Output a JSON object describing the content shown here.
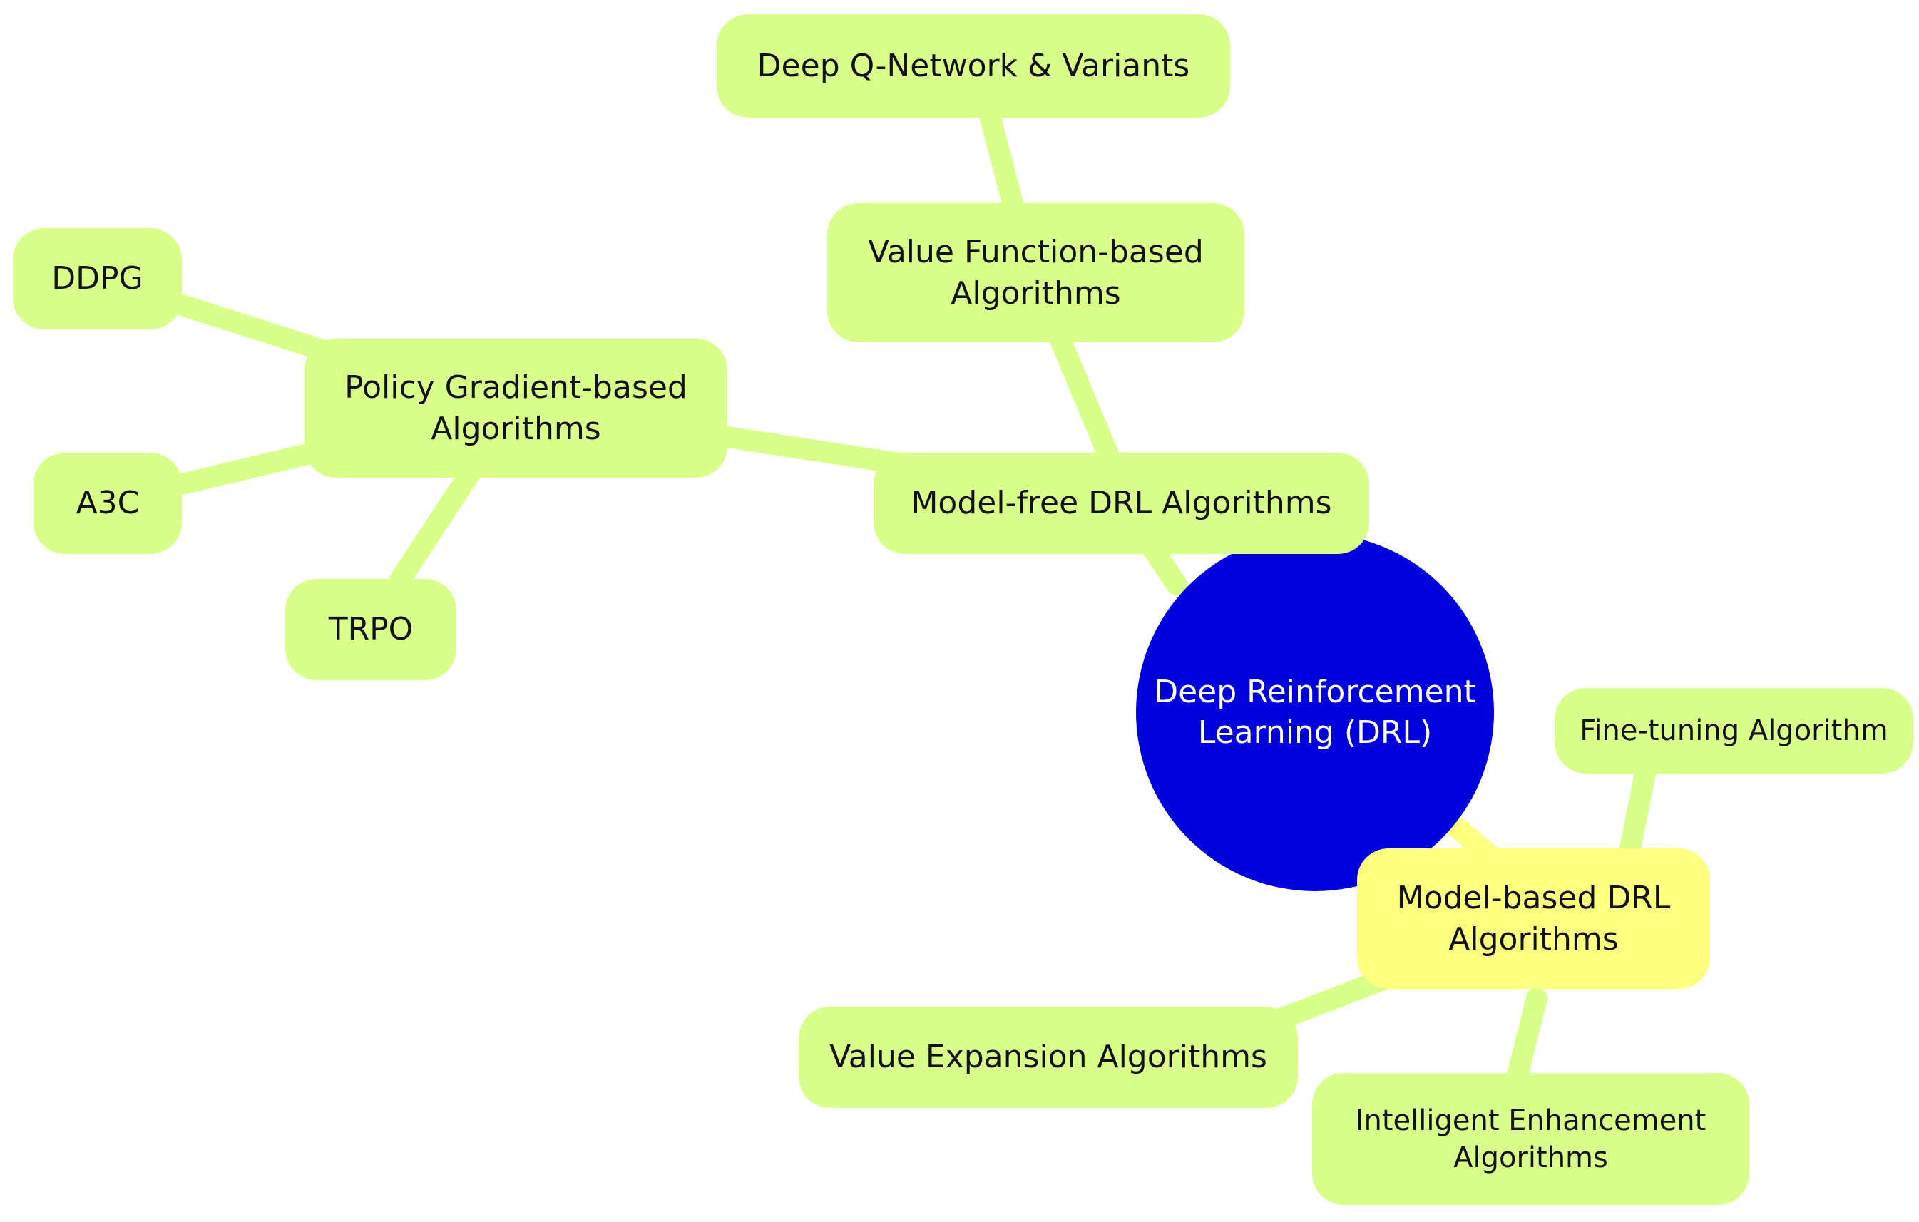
{
  "root": {
    "label": "Deep Reinforcement\nLearning (DRL)",
    "color": "#0000dd"
  },
  "model_free": {
    "label": "Model-free DRL Algorithms"
  },
  "value_function": {
    "label": "Value Function-based\nAlgorithms"
  },
  "dqn": {
    "label": "Deep Q-Network & Variants"
  },
  "policy_gradient": {
    "label": "Policy Gradient-based\nAlgorithms"
  },
  "ddpg": {
    "label": "DDPG"
  },
  "a3c": {
    "label": "A3C"
  },
  "trpo": {
    "label": "TRPO"
  },
  "model_based": {
    "label": "Model-based DRL\nAlgorithms"
  },
  "fine_tuning": {
    "label": "Fine-tuning Algorithm"
  },
  "value_expansion": {
    "label": "Value Expansion Algorithms"
  },
  "intelligent_enhancement": {
    "label": "Intelligent Enhancement\nAlgorithms"
  },
  "colors": {
    "leaf": "#d9ff8a",
    "model_based": "#fdff7e",
    "edge_green": "#d9ff8a",
    "edge_yellow": "#fdff7e"
  }
}
